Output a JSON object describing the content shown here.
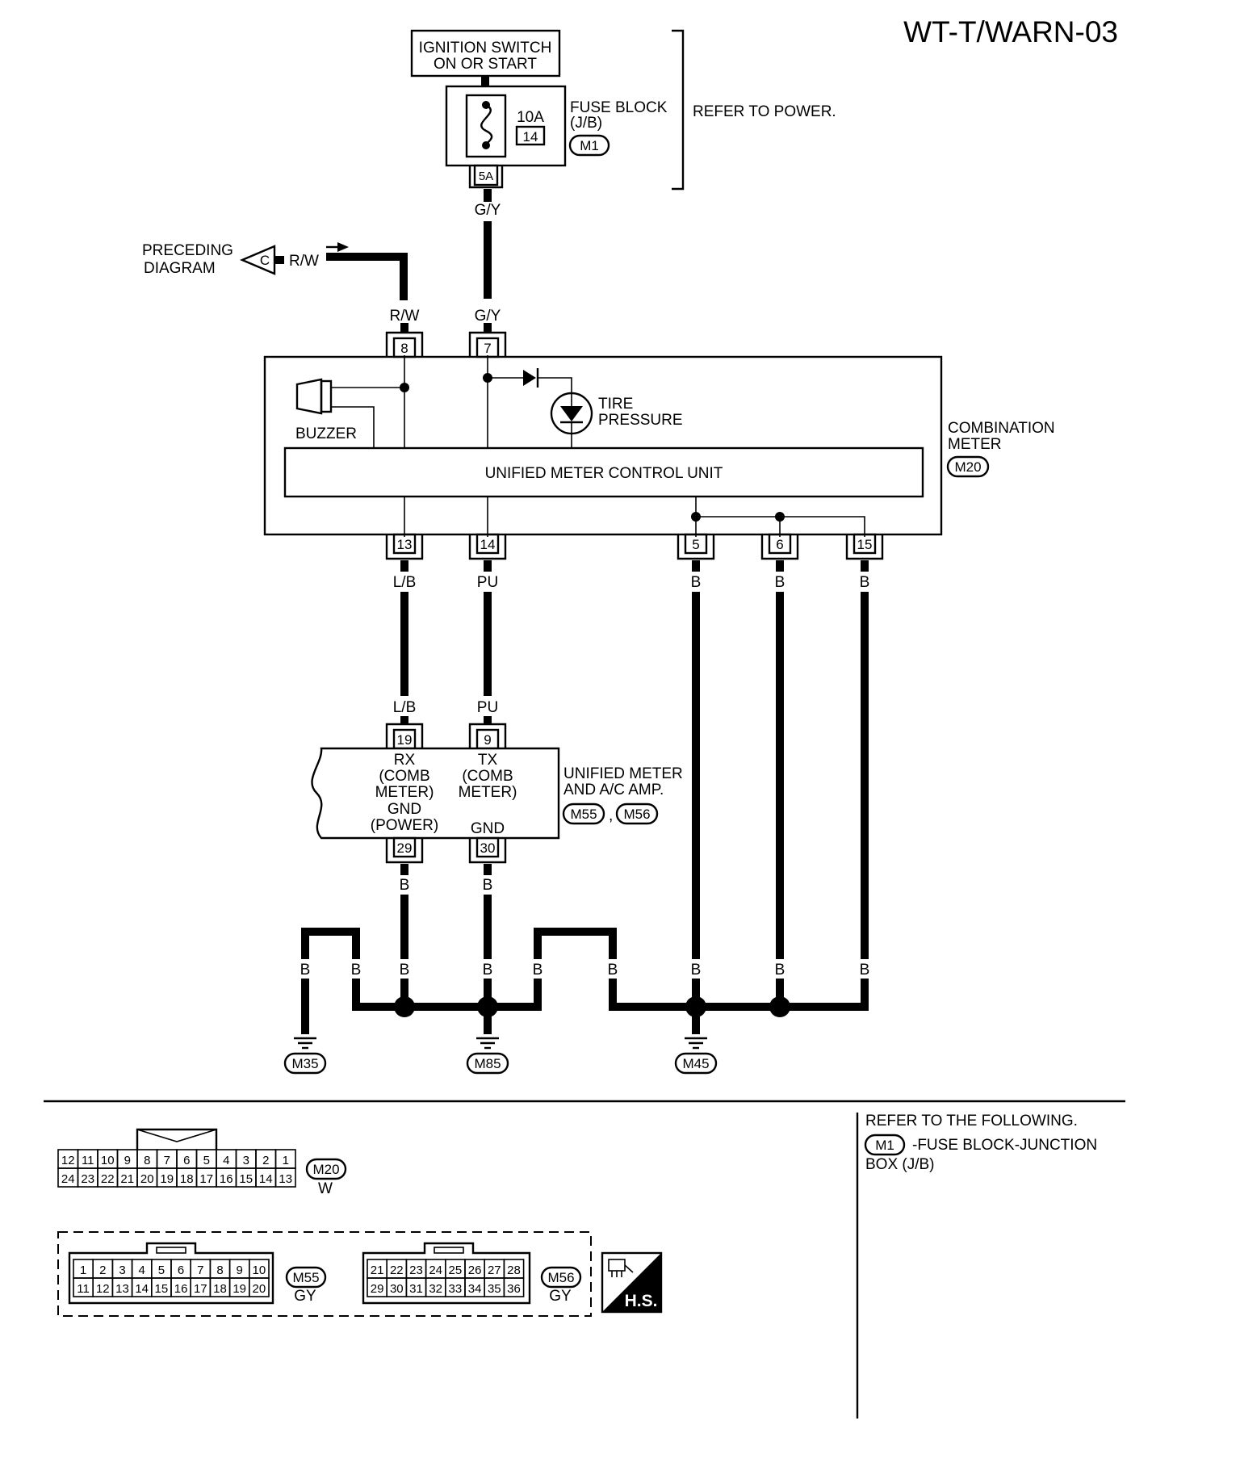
{
  "page_title": "WT-T/WARN-03",
  "power": {
    "ignition_line1": "IGNITION SWITCH",
    "ignition_line2": "ON OR START",
    "fuse_amp": "10A",
    "fuse_no": "14",
    "fuse_block_line1": "FUSE BLOCK",
    "fuse_block_line2": "(J/B)",
    "fuse_block_connector": "M1",
    "fuse_terminal": "5A",
    "refer_to_power": "REFER TO POWER."
  },
  "preceding": {
    "line1": "PRECEDING",
    "line2": "DIAGRAM",
    "letter": "C",
    "wire": "R/W"
  },
  "combination_meter": {
    "name_line1": "COMBINATION",
    "name_line2": "METER",
    "connector": "M20",
    "buzzer": "BUZZER",
    "tire_line1": "TIRE",
    "tire_line2": "PRESSURE",
    "control_unit": "UNIFIED METER CONTROL UNIT",
    "top_pins": [
      {
        "pin": "8",
        "wire": "R/W"
      },
      {
        "pin": "7",
        "wire": "G/Y"
      }
    ],
    "bottom_pins": [
      {
        "pin": "13",
        "wire": "L/B"
      },
      {
        "pin": "14",
        "wire": "PU"
      },
      {
        "pin": "5",
        "wire": "B"
      },
      {
        "pin": "6",
        "wire": "B"
      },
      {
        "pin": "15",
        "wire": "B"
      }
    ]
  },
  "fuse_wire": "G/Y",
  "amp": {
    "name_line1": "UNIFIED METER",
    "name_line2": "AND A/C AMP.",
    "connector_a": "M55",
    "connector_sep": ",",
    "connector_b": "M56",
    "top_pins": [
      {
        "pin": "19",
        "wire": "L/B"
      },
      {
        "pin": "9",
        "wire": "PU"
      }
    ],
    "rx_line1": "RX",
    "rx_line2": "(COMB",
    "rx_line3": "METER)",
    "gnd_power_line1": "GND",
    "gnd_power_line2": "(POWER)",
    "tx_line1": "TX",
    "tx_line2": "(COMB",
    "tx_line3": "METER)",
    "gnd": "GND",
    "bottom_pins": [
      {
        "pin": "29",
        "wire": "B"
      },
      {
        "pin": "30",
        "wire": "B"
      }
    ]
  },
  "ground_bus": {
    "wire_labels": [
      "B",
      "B",
      "B",
      "B",
      "B",
      "B",
      "B",
      "B",
      "B"
    ],
    "grounds": [
      "M35",
      "M85",
      "M45"
    ]
  },
  "connector_views": {
    "m20": {
      "connector": "M20",
      "color": "W",
      "row1": [
        "12",
        "11",
        "10",
        "9",
        "8",
        "7",
        "6",
        "5",
        "4",
        "3",
        "2",
        "1"
      ],
      "row2": [
        "24",
        "23",
        "22",
        "21",
        "20",
        "19",
        "18",
        "17",
        "16",
        "15",
        "14",
        "13"
      ]
    },
    "m55": {
      "connector": "M55",
      "color": "GY",
      "row1": [
        "1",
        "2",
        "3",
        "4",
        "5",
        "6",
        "7",
        "8",
        "9",
        "10"
      ],
      "row2": [
        "11",
        "12",
        "13",
        "14",
        "15",
        "16",
        "17",
        "18",
        "19",
        "20"
      ]
    },
    "m56": {
      "connector": "M56",
      "color": "GY",
      "row1": [
        "21",
        "22",
        "23",
        "24",
        "25",
        "26",
        "27",
        "28"
      ],
      "row2": [
        "29",
        "30",
        "31",
        "32",
        "33",
        "34",
        "35",
        "36"
      ]
    },
    "hs_badge": "H.S."
  },
  "refer_box": {
    "line1": "REFER TO THE FOLLOWING.",
    "connector": "M1",
    "desc_line1": "-FUSE BLOCK-JUNCTION",
    "desc_line2": "BOX (J/B)"
  }
}
